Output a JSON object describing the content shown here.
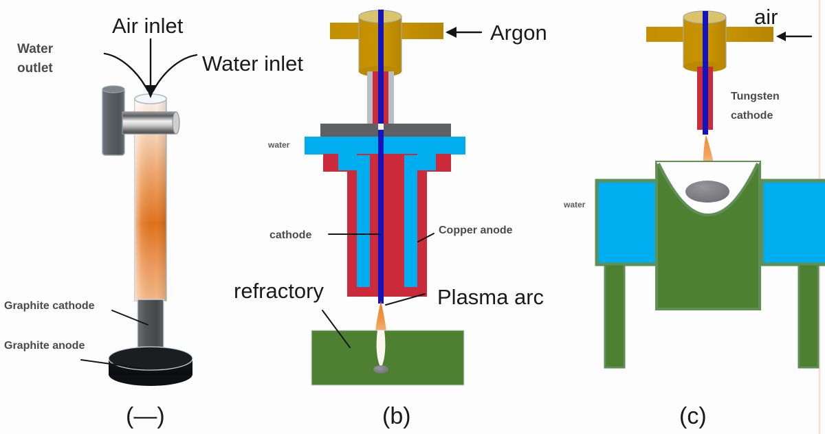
{
  "figure": {
    "title": "Three plasma arc torch / furnace configurations",
    "background_color": "#fdfdfd",
    "edge_line_color": "#f7dede"
  },
  "palette": {
    "gold": "#c49000",
    "gold_light": "#d9c46a",
    "crimson": "#cc2b3c",
    "cyan": "#00aeef",
    "blue": "#1414bb",
    "green": "#4e8031",
    "green_edge": "#5f8f55",
    "gray_dark": "#5e6063",
    "gray_mid": "#7c7f82",
    "black": "#121212",
    "orange": "#e8801f",
    "melt_gray": "#7c7c80",
    "steel_light": "#e8e8e8",
    "tube_gray": "#b7bec4"
  },
  "panels": [
    {
      "id": "a",
      "caption": "(—)",
      "labels": [
        {
          "name": "water-outlet",
          "text": "Water outlet",
          "lines": [
            "Water",
            "outlet"
          ],
          "style": "medium"
        },
        {
          "name": "air-inlet",
          "text": "Air inlet",
          "style": "big"
        },
        {
          "name": "water-inlet",
          "text": "Water inlet",
          "style": "big"
        },
        {
          "name": "graphite-cathode",
          "text": "Graphite cathode",
          "style": "small"
        },
        {
          "name": "graphite-anode",
          "text": "Graphite anode",
          "style": "small"
        }
      ],
      "parts": [
        {
          "name": "water-outlet-pipe",
          "color": "#5e6063",
          "shape": "vertical-cylinder"
        },
        {
          "name": "water-inlet-pipe",
          "color": "#e8e8e8",
          "shape": "horizontal-cylinder"
        },
        {
          "name": "reactor-tube",
          "color": "#e8801f",
          "shape": "gradient-column"
        },
        {
          "name": "graphite-cathode-rod",
          "color": "#5e6063",
          "shape": "rod"
        },
        {
          "name": "graphite-anode-base",
          "color": "#121212",
          "shape": "disc"
        }
      ]
    },
    {
      "id": "b",
      "caption": "(b)",
      "labels": [
        {
          "name": "argon-inlet",
          "text": "Argon",
          "arrow": "←",
          "style": "big"
        },
        {
          "name": "water-channel",
          "text": "water",
          "style": "tiny"
        },
        {
          "name": "cathode",
          "text": "cathode",
          "style": "small"
        },
        {
          "name": "copper-anode",
          "text": "Copper anode",
          "style": "small"
        },
        {
          "name": "refractory",
          "text": "refractory",
          "style": "big"
        },
        {
          "name": "plasma-arc",
          "text": "Plasma arc",
          "style": "big"
        }
      ],
      "parts": [
        {
          "name": "gas-manifold",
          "color": "#c49000",
          "shape": "cylinder"
        },
        {
          "name": "gas-inlet-arms",
          "color": "#c49000",
          "shape": "bar"
        },
        {
          "name": "cathode-rod",
          "color": "#1414bb",
          "shape": "rod"
        },
        {
          "name": "mounting-plate",
          "color": "#5e6063",
          "shape": "plate"
        },
        {
          "name": "water-manifold",
          "color": "#00aeef",
          "shape": "bar"
        },
        {
          "name": "copper-anode-body",
          "color": "#cc2b3c",
          "shape": "nozzle"
        },
        {
          "name": "cooling-channels",
          "color": "#00aeef",
          "shape": "channels"
        },
        {
          "name": "plasma-jet",
          "color": "#e8801f",
          "shape": "flame"
        },
        {
          "name": "refractory-block",
          "color": "#4e8031",
          "shape": "block"
        },
        {
          "name": "melt-pool",
          "color": "#7c7c80",
          "shape": "ellipse"
        }
      ]
    },
    {
      "id": "c",
      "caption": "(c)",
      "labels": [
        {
          "name": "air-inlet",
          "text": "air",
          "arrow": "←",
          "style": "big"
        },
        {
          "name": "tungsten-cathode",
          "text": "Tungsten cathode",
          "lines": [
            "Tungsten",
            "cathode"
          ],
          "style": "small"
        },
        {
          "name": "water-jacket",
          "text": "water",
          "style": "tiny"
        }
      ],
      "parts": [
        {
          "name": "gas-manifold",
          "color": "#c49000",
          "shape": "cylinder"
        },
        {
          "name": "gas-inlet-arms",
          "color": "#c49000",
          "shape": "bar"
        },
        {
          "name": "tungsten-cathode-rod",
          "color": "#1414bb",
          "shape": "rod"
        },
        {
          "name": "cathode-sheath",
          "color": "#cc2b3c",
          "shape": "sheath"
        },
        {
          "name": "plasma-jet",
          "color": "#e8801f",
          "shape": "flame"
        },
        {
          "name": "crucible-body",
          "color": "#4e8031",
          "shape": "concave-block"
        },
        {
          "name": "melt-pool",
          "color": "#7c7c80",
          "shape": "ellipse"
        },
        {
          "name": "water-box-left",
          "color": "#00aeef",
          "shape": "box"
        },
        {
          "name": "water-box-right",
          "color": "#00aeef",
          "shape": "box"
        },
        {
          "name": "support-leg-left",
          "color": "#4e8031",
          "shape": "leg"
        },
        {
          "name": "support-leg-right",
          "color": "#4e8031",
          "shape": "leg"
        }
      ]
    }
  ]
}
